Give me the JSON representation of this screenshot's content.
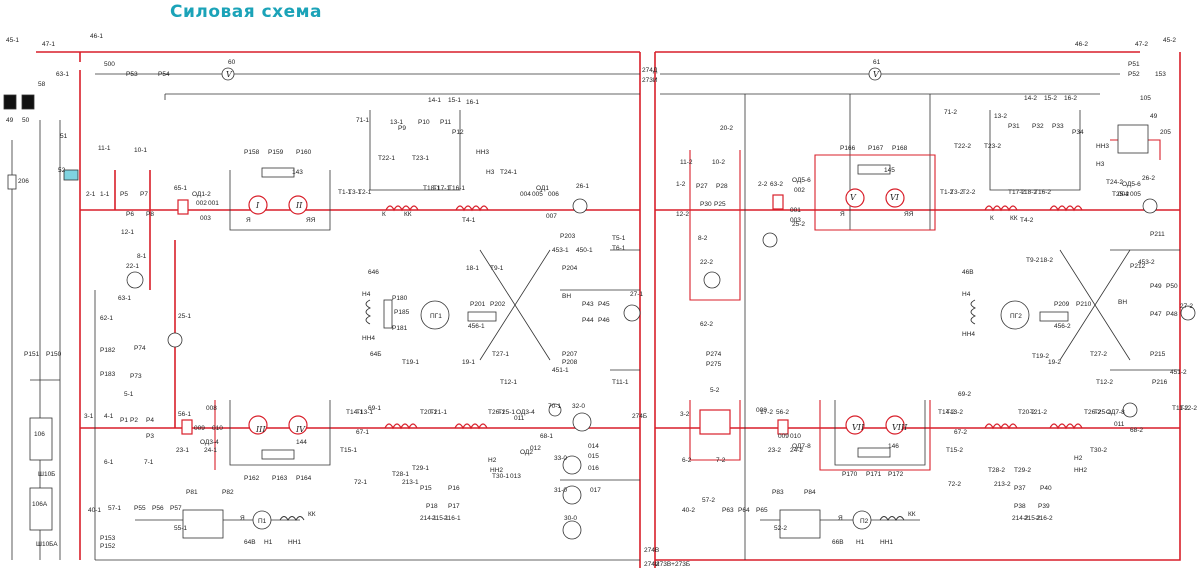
{
  "title": "Силовая схема",
  "colors": {
    "power": "#d81f2a",
    "wire": "#333333",
    "title": "#1ba3b8",
    "indicator": "#7fd3e0"
  },
  "labels": {
    "top_left": [
      "45-1",
      "47-1",
      "46-1",
      "63-1",
      "58",
      "49",
      "50",
      "51",
      "52",
      "206",
      "500",
      "P53",
      "P54"
    ],
    "top_right": [
      "46-2",
      "47-2",
      "45-2",
      "P51",
      "P52",
      "153",
      "105",
      "49",
      "205"
    ],
    "voltmeters": [
      "60",
      "61",
      "V",
      "V"
    ],
    "bus_mid": [
      "274Д",
      "273И",
      "274Б",
      "274В",
      "274И",
      "273В+273Б"
    ],
    "group1": [
      "11-1",
      "10-1",
      "2-1",
      "1-1",
      "P5",
      "P7",
      "P6",
      "P8",
      "12-1",
      "8-1",
      "22-1",
      "65-1",
      "ОД1-2",
      "002",
      "001",
      "003",
      "P158",
      "P159",
      "P160",
      "143",
      "I",
      "II",
      "Я",
      "ЯЯ",
      "T1-1",
      "T3-1",
      "T2-1",
      "71-1",
      "13-1",
      "14-1",
      "15-1",
      "16-1",
      "P9",
      "P10",
      "P11",
      "P12",
      "T22-1",
      "T23-1",
      "НН3",
      "Н3",
      "T24-1",
      "T18-1",
      "T17-1",
      "T16-1",
      "T4-1",
      "ОД1",
      "004",
      "005",
      "006",
      "007",
      "26-1",
      "К",
      "КК"
    ],
    "group1_field": [
      "646",
      "Н4",
      "НН4",
      "64Б",
      "P180",
      "P185",
      "P181",
      "ПГ1",
      "P201",
      "P202",
      "456-1",
      "18-1",
      "19-1",
      "T19-1",
      "T9-1",
      "T27-1",
      "T12-1",
      "T5-1",
      "T6-1",
      "T11-1",
      "P203",
      "P204",
      "453-1",
      "450-1",
      "ВН",
      "P43",
      "P45",
      "P44",
      "P46",
      "P207",
      "P208",
      "451-1",
      "27-1",
      "25-1"
    ],
    "group2": [
      "63-1",
      "62-1",
      "P182",
      "P183",
      "P74",
      "P73",
      "5-1",
      "3-1",
      "4-1",
      "P1",
      "P2",
      "P4",
      "P3",
      "6-1",
      "7-1",
      "56-1",
      "009",
      "010",
      "008",
      "ОД3-4",
      "III",
      "IV",
      "144",
      "P162",
      "P163",
      "P164",
      "69-1",
      "67-1",
      "T14-1",
      "T13-1",
      "T15-1",
      "T20-1",
      "T21-1",
      "T26-1",
      "T25-1",
      "ОД3-4",
      "011",
      "70-1",
      "68-1",
      "32-0",
      "ОД2",
      "012",
      "013",
      "014",
      "015",
      "016",
      "017",
      "33-0",
      "31-0",
      "30-0",
      "T28-1",
      "T29-1",
      "72-1",
      "213-1",
      "P15",
      "P16",
      "P18",
      "P17",
      "214-1",
      "215-1",
      "216-1",
      "НН2",
      "Н2",
      "T30-1",
      "23-1",
      "24-1",
      "P81",
      "P82"
    ],
    "group3": [
      "P151",
      "P150",
      "106",
      "Ш10Б",
      "106А",
      "Ш10БА",
      "40-1",
      "57-1",
      "P153",
      "P152",
      "P55",
      "P56",
      "P57",
      "55-1",
      "П1",
      "Я",
      "КК",
      "64В",
      "Н1",
      "НН1"
    ],
    "right_upper": [
      "11-2",
      "10-2",
      "1-2",
      "P27",
      "P28",
      "P30",
      "P25",
      "12-2",
      "8-2",
      "22-2",
      "2-2",
      "63-2",
      "ОД5-6",
      "002",
      "001",
      "003",
      "25-2",
      "20-2",
      "P166",
      "P167",
      "P168",
      "145",
      "V",
      "VI",
      "Я",
      "ЯЯ",
      "71-2",
      "13-2",
      "14-2",
      "15-2",
      "16-2",
      "P31",
      "P32",
      "P33",
      "P34",
      "T22-2",
      "T23-2",
      "НН3",
      "Н3",
      "T1-2",
      "T3-2",
      "T2-2",
      "T17-2",
      "T18-2",
      "T16-2",
      "T4-2",
      "T24-2",
      "T25-2",
      "ОД5-6",
      "004",
      "005",
      "26-2",
      "К",
      "КК"
    ],
    "right_field": [
      "46В",
      "Н4",
      "НН4",
      "ПГ2",
      "P209",
      "P210",
      "456-2",
      "18-2",
      "19-2",
      "T9-2",
      "T19-2",
      "T27-2",
      "T12-2",
      "P211",
      "P212",
      "453-2",
      "P49",
      "P50",
      "ВН",
      "P47",
      "P48",
      "27-2",
      "P215",
      "P216",
      "451-2",
      "P274",
      "P275",
      "62-2",
      "5-2",
      "7-2",
      "3-2",
      "6-2"
    ],
    "right_lower": [
      "17-2",
      "56-2",
      "009",
      "010",
      "008",
      "ОД7-8",
      "VII",
      "VIII",
      "146",
      "P170",
      "P171",
      "P172",
      "69-2",
      "67-2",
      "T14-2",
      "T13-2",
      "T20-2",
      "T21-2",
      "T26-2",
      "T25-2",
      "ОД7-8",
      "011",
      "68-2",
      "T11-2",
      "T12-2",
      "T15-2",
      "T28-2",
      "T29-2",
      "72-2",
      "213-2",
      "P37",
      "P40",
      "P38",
      "P39",
      "214-2",
      "215-2",
      "216-2",
      "НН2",
      "Н2",
      "T30-2",
      "23-2",
      "24-2",
      "P83",
      "P84",
      "40-2",
      "57-2",
      "P63",
      "P64",
      "P65",
      "52-2",
      "П2",
      "Я",
      "КК",
      "66В",
      "Н1",
      "НН1"
    ]
  }
}
